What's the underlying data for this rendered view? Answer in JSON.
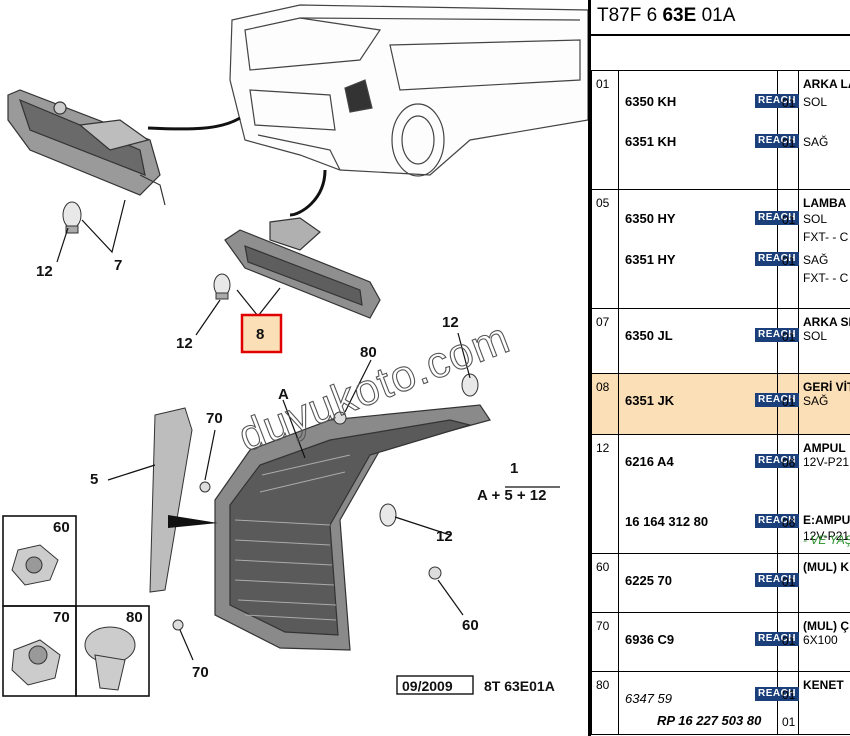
{
  "diagram": {
    "watermark": "duyukoto.com",
    "date_box": "09/2009",
    "ref_code": "8T 63E01A",
    "callouts": {
      "c12a": "12",
      "c7": "7",
      "c12b": "12",
      "c8": "8",
      "c12c": "12",
      "c80a": "80",
      "cA": "A",
      "c70a": "70",
      "c5": "5",
      "c1": "1",
      "c_formula": "A + 5 + 12",
      "c12d": "12",
      "c60a": "60",
      "c70b": "70",
      "box60": "60",
      "box70": "70",
      "box80": "80"
    }
  },
  "catalog": {
    "title_prefix": "T87F 6 ",
    "title_bold": "63E",
    "title_suffix": " 01A",
    "reach_label": "REACH",
    "rows": [
      {
        "item": "01",
        "highlight": false,
        "refs": [
          {
            "ref": "6350 KH",
            "qty": "01",
            "desc": "SOL"
          },
          {
            "ref": "6351 KH",
            "qty": "01",
            "desc": "SAĞ"
          }
        ],
        "heading": "ARKA LA"
      },
      {
        "item": "05",
        "highlight": false,
        "refs": [
          {
            "ref": "6350 HY",
            "qty": "01",
            "desc": "SOL",
            "note": "FXT- - C"
          },
          {
            "ref": "6351 HY",
            "qty": "01",
            "desc": "SAĞ",
            "note": "FXT- - C"
          }
        ],
        "heading": "LAMBA I"
      },
      {
        "item": "07",
        "highlight": false,
        "refs": [
          {
            "ref": "6350 JL",
            "qty": "01",
            "desc": "SOL"
          }
        ],
        "heading": "ARKA SI"
      },
      {
        "item": "08",
        "highlight": true,
        "refs": [
          {
            "ref": "6351 JK",
            "qty": "01",
            "desc": "SAĞ"
          }
        ],
        "heading": "GERİ VİT"
      },
      {
        "item": "12",
        "highlight": false,
        "refs": [
          {
            "ref": "6216 A4",
            "qty": "06",
            "desc": "12V-P21"
          },
          {
            "ref": "16 164 312 80",
            "qty": "06",
            "desc": "12V-P21"
          }
        ],
        "heading": "AMPUL",
        "heading2": "E:AMPU",
        "green_note": "- VE YAŞ"
      },
      {
        "item": "60",
        "highlight": false,
        "refs": [
          {
            "ref": "6225 70",
            "qty": "01",
            "desc": ""
          }
        ],
        "heading": "(MUL) K"
      },
      {
        "item": "70",
        "highlight": false,
        "refs": [
          {
            "ref": "6936 C9",
            "qty": "01",
            "desc": "6X100"
          }
        ],
        "heading": "(MUL) Ç"
      },
      {
        "item": "80",
        "highlight": false,
        "refs": [
          {
            "ref": "6347 59",
            "qty": "01",
            "desc": ""
          },
          {
            "ref": "RP 16 227 503 80",
            "qty": "01",
            "desc": ""
          }
        ],
        "heading": "KENET"
      }
    ]
  },
  "colors": {
    "highlight": "#fbdfb6",
    "reach_badge": "#1a3f7a",
    "callout_box": "#e00000",
    "green_note": "#2a8f2a"
  }
}
